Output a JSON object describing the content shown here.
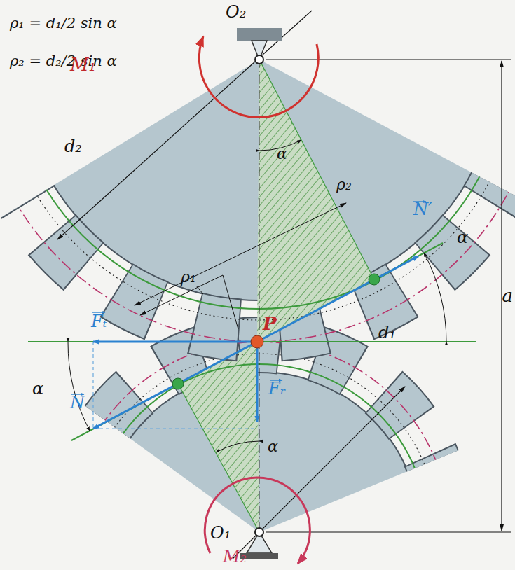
{
  "diagram": {
    "labels": [
      "ρ₁ = d₁/2 sin α",
      "ρ₂ = d₂/2 sin α",
      "O₂",
      "M₁",
      "d₂",
      "α",
      "ρ₂",
      "N′",
      "α",
      "ρ₁",
      "P",
      "a",
      "Fₜ",
      "α",
      "N",
      "α",
      "Fᵣ",
      "d₁",
      "O₁",
      "M₂"
    ]
  }
}
